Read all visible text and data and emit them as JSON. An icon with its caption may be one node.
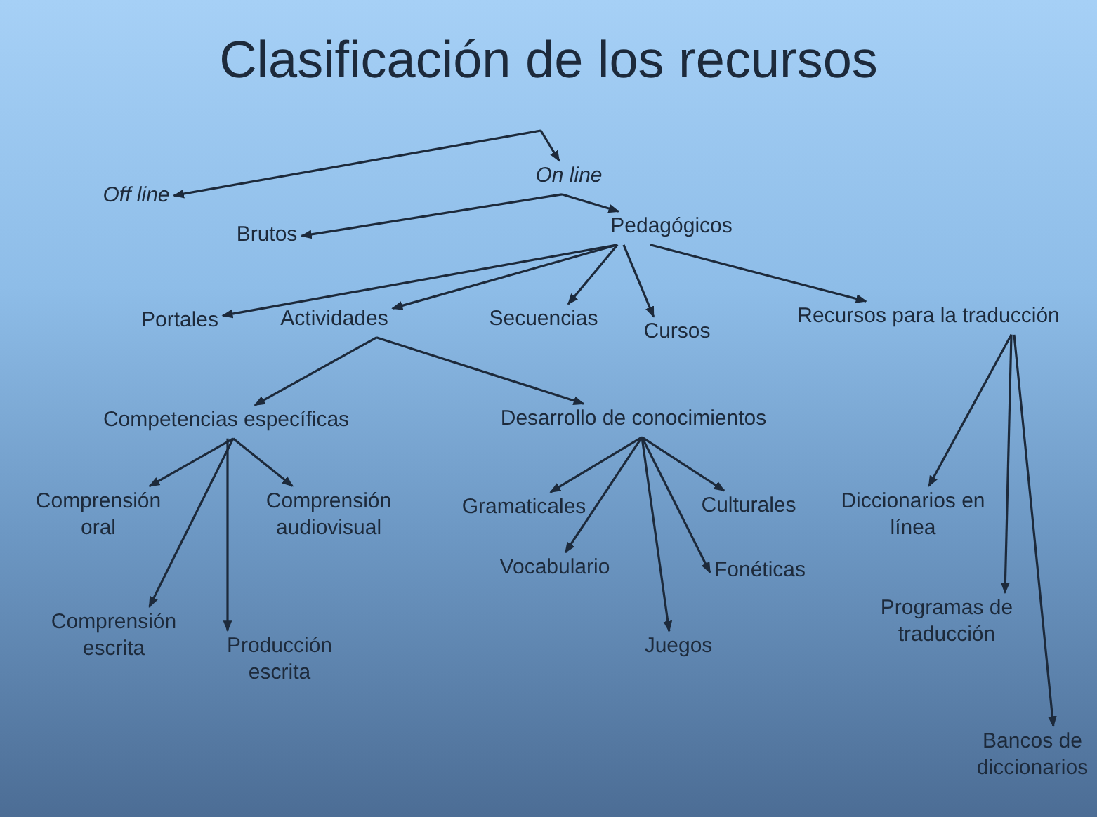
{
  "diagram": {
    "title": "Clasificación de los recursos",
    "nodes": [
      {
        "text": [
          "Off line"
        ]
      },
      {
        "text": [
          "On line"
        ]
      },
      {
        "text": [
          "Brutos"
        ]
      },
      {
        "text": [
          "Pedagógicos"
        ]
      },
      {
        "text": [
          "Portales"
        ]
      },
      {
        "text": [
          "Actividades"
        ]
      },
      {
        "text": [
          "Secuencias"
        ]
      },
      {
        "text": [
          "Cursos"
        ]
      },
      {
        "text": [
          "Recursos para la traducción"
        ]
      },
      {
        "text": [
          "Competencias específicas"
        ]
      },
      {
        "text": [
          "Desarrollo de conocimientos"
        ]
      },
      {
        "text": [
          "Comprensión oral"
        ]
      },
      {
        "text": [
          "Comprensión audiovisual"
        ]
      },
      {
        "text": [
          "Comprensión escrita"
        ]
      },
      {
        "text": [
          "Producción escrita"
        ]
      },
      {
        "text": [
          "Gramaticales"
        ]
      },
      {
        "text": [
          "Vocabulario"
        ]
      },
      {
        "text": [
          "Culturales"
        ]
      },
      {
        "text": [
          "Fonéticas"
        ]
      },
      {
        "text": [
          "Juegos"
        ]
      },
      {
        "text": [
          "Diccionarios en línea"
        ]
      },
      {
        "text": [
          "Programas de traducción"
        ]
      },
      {
        "text": [
          "Bancos de diccionarios"
        ]
      }
    ],
    "edges": [
      {
        "from": null,
        "to": 0,
        "arrow": "to"
      },
      {
        "from": null,
        "to": 1,
        "arrow": "to"
      },
      {
        "from": 1,
        "to": 2,
        "arrow": "to"
      },
      {
        "from": 1,
        "to": 3,
        "arrow": "to"
      },
      {
        "from": 3,
        "to": 4,
        "arrow": "to"
      },
      {
        "from": 3,
        "to": 5,
        "arrow": "to"
      },
      {
        "from": 3,
        "to": 6,
        "arrow": "to"
      },
      {
        "from": 3,
        "to": 7,
        "arrow": "to"
      },
      {
        "from": 3,
        "to": 8,
        "arrow": "to"
      },
      {
        "from": 5,
        "to": 9,
        "arrow": "to"
      },
      {
        "from": 5,
        "to": 10,
        "arrow": "to"
      },
      {
        "from": 9,
        "to": 11,
        "arrow": "to"
      },
      {
        "from": 9,
        "to": 12,
        "arrow": "to"
      },
      {
        "from": 9,
        "to": 13,
        "arrow": "to"
      },
      {
        "from": 9,
        "to": 14,
        "arrow": "to"
      },
      {
        "from": 10,
        "to": 15,
        "arrow": "to"
      },
      {
        "from": 10,
        "to": 16,
        "arrow": "to"
      },
      {
        "from": 10,
        "to": 17,
        "arrow": "to"
      },
      {
        "from": 10,
        "to": 18,
        "arrow": "to"
      },
      {
        "from": 10,
        "to": 19,
        "arrow": "to"
      },
      {
        "from": 8,
        "to": 20,
        "arrow": "to"
      },
      {
        "from": 8,
        "to": 21,
        "arrow": "to"
      },
      {
        "from": 8,
        "to": 22,
        "arrow": "to"
      }
    ]
  }
}
